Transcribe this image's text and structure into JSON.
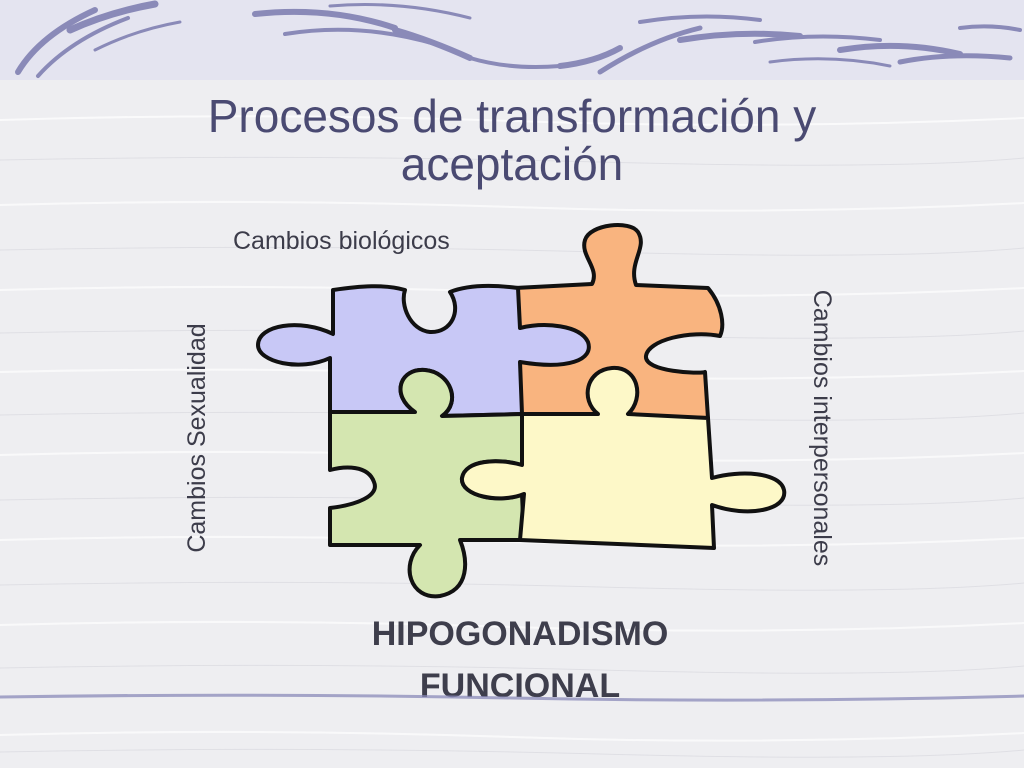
{
  "slide": {
    "title_line1": "Procesos de transformación y",
    "title_line2": "aceptación",
    "labels": {
      "top": "Cambios biológicos",
      "left": "Cambios Sexualidad",
      "right": "Cambios interpersonales"
    },
    "footer_line1": "HIPOGONADISMO",
    "footer_line2": "FUNCIONAL"
  },
  "colors": {
    "background": "#eeeef1",
    "title_text": "#4a4a72",
    "band_stroke": "#8a8ab8",
    "piece_blue": "#c8c8f6",
    "piece_orange": "#f9b47f",
    "piece_green": "#d4e6b0",
    "piece_yellow": "#fdf8c8",
    "outline": "#111111"
  }
}
